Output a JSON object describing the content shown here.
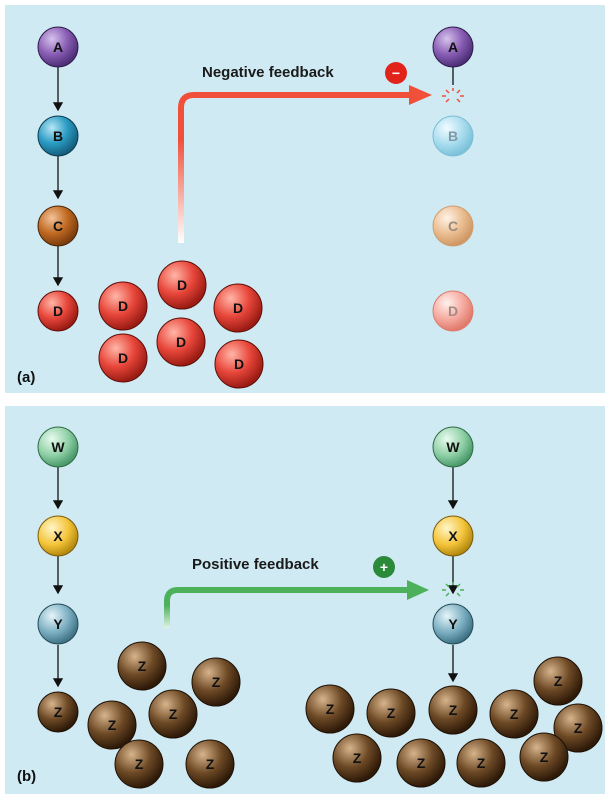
{
  "panel_a": {
    "label": "(a)",
    "pathway": [
      "A",
      "B",
      "C",
      "D"
    ],
    "product": "D",
    "feedback_label": "Negative feedback",
    "feedback_sign": "−",
    "colors": {
      "A": "#8a5fb5",
      "B": "#2b9cc4",
      "C": "#c16a22",
      "D": "#e8463a",
      "arrow": "#f0503a"
    }
  },
  "panel_b": {
    "label": "(b)",
    "pathway": [
      "W",
      "X",
      "Y",
      "Z"
    ],
    "product": "Z",
    "feedback_label": "Positive feedback",
    "feedback_sign": "+",
    "colors": {
      "W": "#8fcfa6",
      "X": "#f4c43a",
      "Y": "#7aaec0",
      "Z": "#6e4a26",
      "arrow": "#4db05a",
      "badge": "#2a8a3a"
    }
  }
}
